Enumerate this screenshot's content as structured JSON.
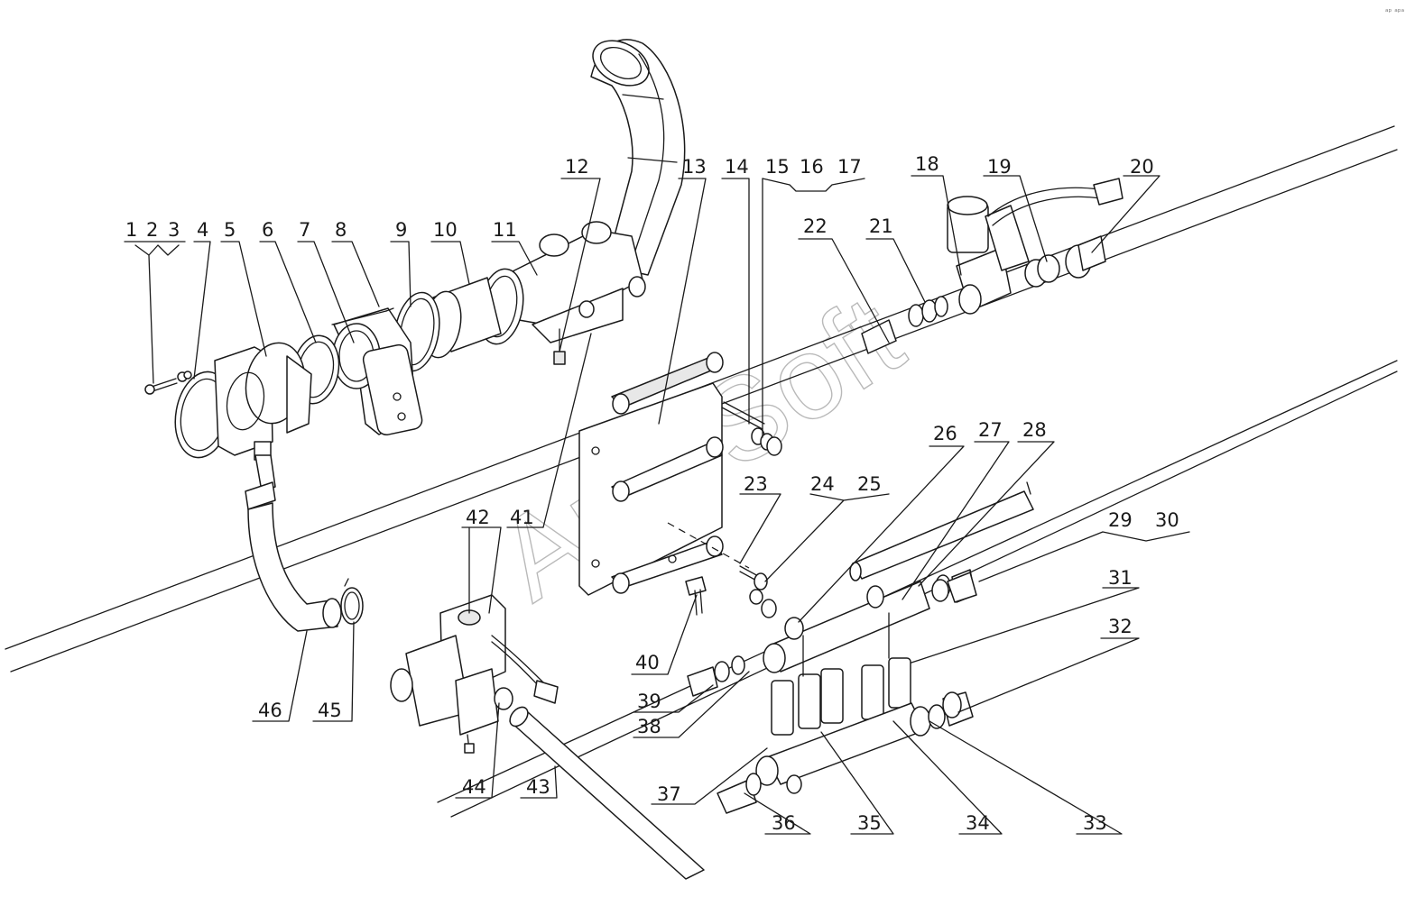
{
  "watermark": "AutoSoft",
  "corner_mark": "ᵃᵖ ᵃᵖᵃ",
  "labels": {
    "l1": "1",
    "l2": "2",
    "l3": "3",
    "l4": "4",
    "l5": "5",
    "l6": "6",
    "l7": "7",
    "l8": "8",
    "l9": "9",
    "l10": "10",
    "l11": "11",
    "l12": "12",
    "l13": "13",
    "l14": "14",
    "l15": "15",
    "l16": "16",
    "l17": "17",
    "l18": "18",
    "l19": "19",
    "l20": "20",
    "l21": "21",
    "l22": "22",
    "l23": "23",
    "l24": "24",
    "l25": "25",
    "l26": "26",
    "l27": "27",
    "l28": "28",
    "l29": "29",
    "l30": "30",
    "l31": "31",
    "l32": "32",
    "l33": "33",
    "l34": "34",
    "l35": "35",
    "l36": "36",
    "l37": "37",
    "l38": "38",
    "l39": "39",
    "l40": "40",
    "l41": "41",
    "l42": "42",
    "l43": "43",
    "l44": "44",
    "l45": "45",
    "l46": "46"
  }
}
